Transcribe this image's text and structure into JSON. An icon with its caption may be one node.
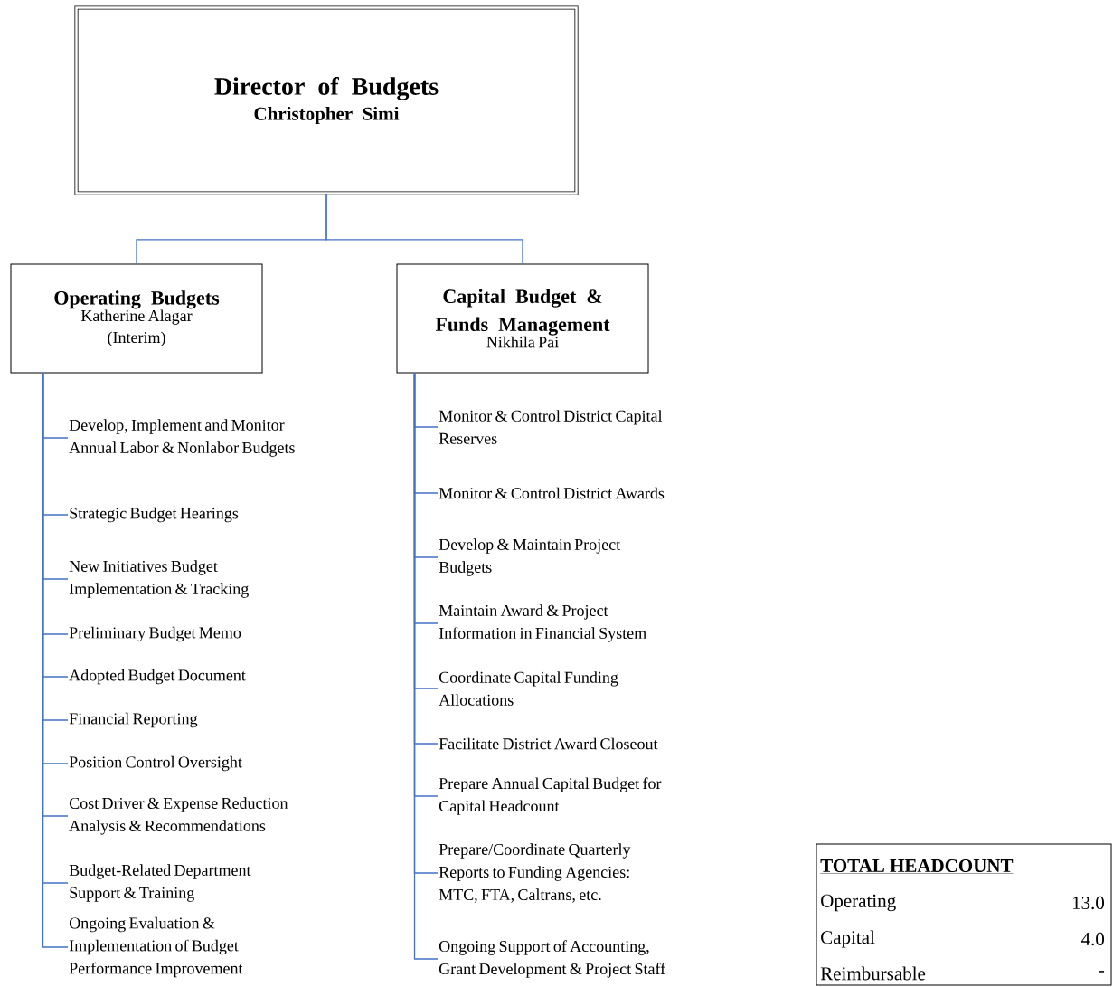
{
  "diagram": {
    "nodes": [
      {
        "text": [
          "Director of Budgets",
          "Christopher Simi"
        ]
      },
      {
        "text": [
          "Operating Budgets",
          "Katherine Alagar (Interim)"
        ]
      },
      {
        "text": [
          "Capital Budget & Funds Management",
          "Nikhila Pai"
        ]
      },
      {
        "text": [
          "Develop, Implement and Monitor Annual Labor & Nonlabor Budgets"
        ]
      },
      {
        "text": [
          "Strategic Budget Hearings"
        ]
      },
      {
        "text": [
          "New Initiatives Budget Implementation & Tracking"
        ]
      },
      {
        "text": [
          "Preliminary Budget Memo"
        ]
      },
      {
        "text": [
          "Adopted Budget Document"
        ]
      },
      {
        "text": [
          "Financial Reporting"
        ]
      },
      {
        "text": [
          "Position Control Oversight"
        ]
      },
      {
        "text": [
          "Cost Driver & Expense Reduction Analysis & Recommendations"
        ]
      },
      {
        "text": [
          "Budget-Related Department Support & Training"
        ]
      },
      {
        "text": [
          "Ongoing Evaluation & Implementation of Budget Performance Improvement"
        ]
      },
      {
        "text": [
          "Monitor & Control District Capital Reserves"
        ]
      },
      {
        "text": [
          "Monitor & Control District Awards"
        ]
      },
      {
        "text": [
          "Develop & Maintain Project Budgets"
        ]
      },
      {
        "text": [
          "Maintain Award & Project Information in Financial System"
        ]
      },
      {
        "text": [
          "Coordinate Capital Funding Allocations"
        ]
      },
      {
        "text": [
          "Facilitate District Award Closeout"
        ]
      },
      {
        "text": [
          "Prepare Annual Capital Budget for Capital Headcount"
        ]
      },
      {
        "text": [
          "Prepare/Coordinate Quarterly Reports to Funding Agencies: MTC, FTA, Caltrans, etc."
        ]
      },
      {
        "text": [
          "Ongoing Support of Accounting, Grant Development & Project Staff"
        ]
      }
    ],
    "edges": [
      {
        "from": 0,
        "to": 1,
        "arrow": "none"
      },
      {
        "from": 0,
        "to": 2,
        "arrow": "none"
      },
      {
        "from": 1,
        "to": 3,
        "arrow": "none"
      },
      {
        "from": 1,
        "to": 4,
        "arrow": "none"
      },
      {
        "from": 1,
        "to": 5,
        "arrow": "none"
      },
      {
        "from": 1,
        "to": 6,
        "arrow": "none"
      },
      {
        "from": 1,
        "to": 7,
        "arrow": "none"
      },
      {
        "from": 1,
        "to": 8,
        "arrow": "none"
      },
      {
        "from": 1,
        "to": 9,
        "arrow": "none"
      },
      {
        "from": 1,
        "to": 10,
        "arrow": "none"
      },
      {
        "from": 1,
        "to": 11,
        "arrow": "none"
      },
      {
        "from": 1,
        "to": 12,
        "arrow": "none"
      },
      {
        "from": 2,
        "to": 13,
        "arrow": "none"
      },
      {
        "from": 2,
        "to": 14,
        "arrow": "none"
      },
      {
        "from": 2,
        "to": 15,
        "arrow": "none"
      },
      {
        "from": 2,
        "to": 16,
        "arrow": "none"
      },
      {
        "from": 2,
        "to": 17,
        "arrow": "none"
      },
      {
        "from": 2,
        "to": 18,
        "arrow": "none"
      },
      {
        "from": 2,
        "to": 19,
        "arrow": "none"
      },
      {
        "from": 2,
        "to": 20,
        "arrow": "none"
      },
      {
        "from": 2,
        "to": 21,
        "arrow": "none"
      }
    ],
    "labels": [
      "TOTAL HEADCOUNT",
      "Operating",
      "13.0",
      "Capital",
      "4.0",
      "Reimbursable",
      "-"
    ]
  }
}
